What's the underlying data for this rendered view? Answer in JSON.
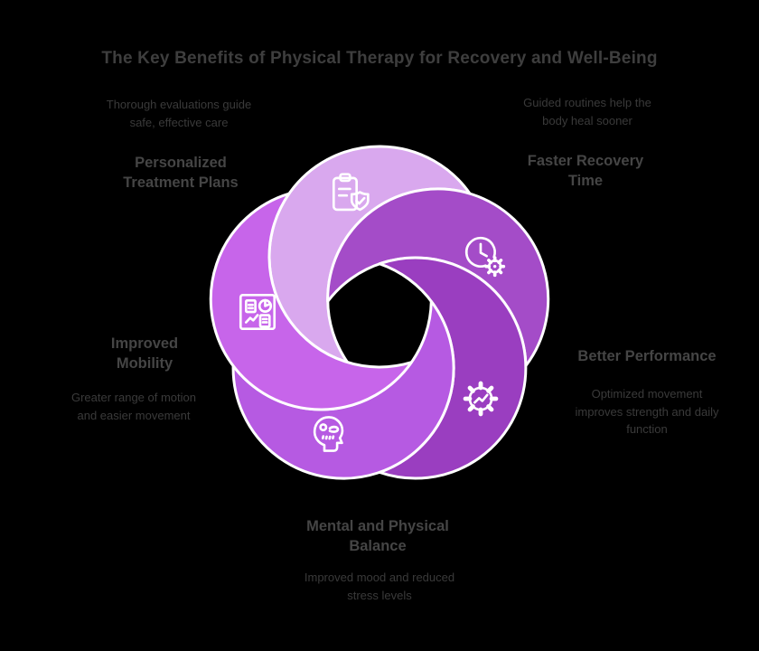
{
  "title": "The Key Benefits of Physical Therapy for Recovery and Well-Being",
  "colors": {
    "background": "#000000",
    "title_text": "#3e3e3e",
    "item_title_text": "#454545",
    "description_text": "#3a3a3a",
    "icon_stroke": "#ffffff",
    "petal_outline": "#ffffff"
  },
  "pinwheel": {
    "petals": [
      {
        "id": "top",
        "color": "#d9a8ee",
        "icon": "clipboard-shield-check"
      },
      {
        "id": "top-right",
        "color": "#a44cc8",
        "icon": "clock-gear"
      },
      {
        "id": "bottom-right",
        "color": "#9a3ec0",
        "icon": "gear-chart"
      },
      {
        "id": "bottom",
        "color": "#b65ae2",
        "icon": "head-profile"
      },
      {
        "id": "left",
        "color": "#c765ea",
        "icon": "dashboard-report"
      }
    ]
  },
  "items": {
    "top_left": {
      "description": "Thorough evaluations guide safe, effective care",
      "title": "Personalized Treatment Plans"
    },
    "top_right": {
      "description": "Guided routines help the body heal sooner",
      "title": "Faster Recovery Time"
    },
    "right": {
      "title": "Better Performance",
      "description": "Optimized movement improves strength and daily function"
    },
    "bottom": {
      "title": "Mental and Physical Balance",
      "description": "Improved mood and reduced stress levels"
    },
    "left": {
      "title": "Improved Mobility",
      "description": "Greater range of motion and easier movement"
    }
  }
}
